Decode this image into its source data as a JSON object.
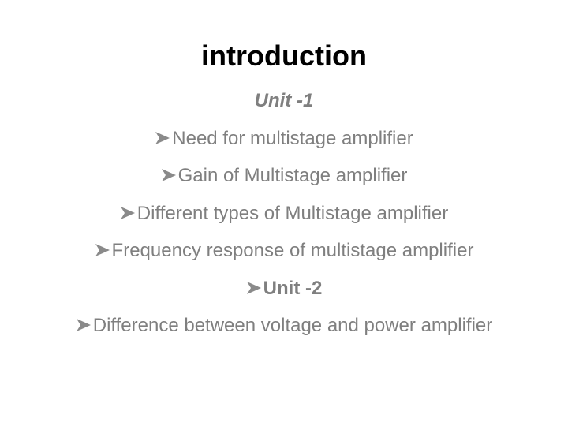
{
  "slide": {
    "title": "introduction",
    "colors": {
      "title": "#000000",
      "body": "#7f7f7f",
      "background": "#ffffff"
    },
    "unit1_heading": "Unit  -1",
    "items": [
      {
        "icon": "arrow-bullet-icon",
        "text": "Need for multistage amplifier"
      },
      {
        "icon": "arrow-bullet-icon",
        "text": "Gain of Multistage  amplifier"
      },
      {
        "icon": "arrow-bullet-icon",
        "text": "Different types of Multistage amplifier"
      },
      {
        "icon": "arrow-bullet-icon",
        "text": "Frequency response of multistage amplifier"
      },
      {
        "icon": "arrow-bullet-icon",
        "text": "Unit -2",
        "bold": true
      },
      {
        "icon": "arrow-bullet-icon",
        "text": "Difference between voltage and power amplifier"
      }
    ]
  }
}
